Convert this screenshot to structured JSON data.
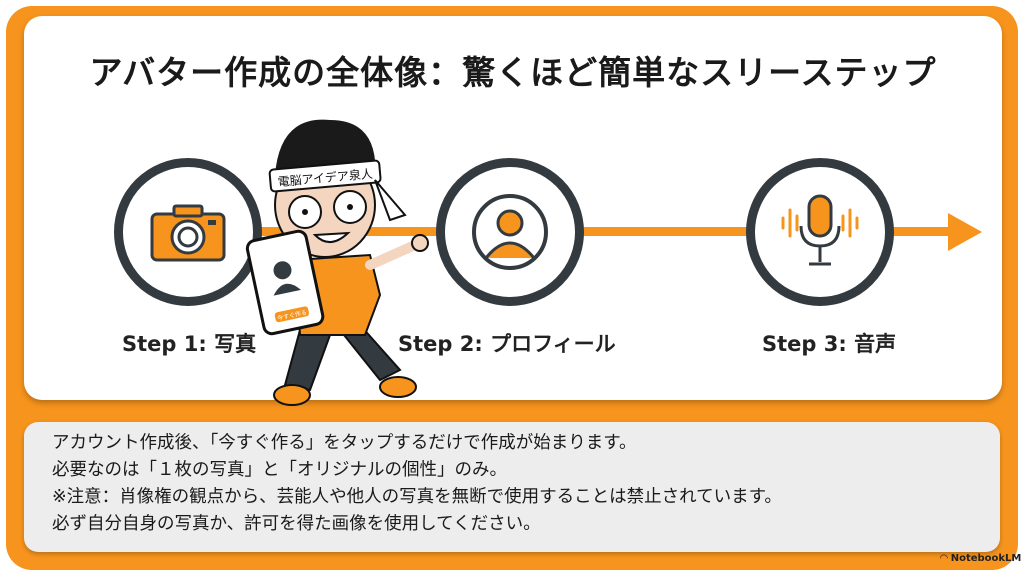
{
  "title": "アバター作成の全体像：驚くほど簡単なスリーステップ",
  "steps": [
    {
      "label": "Step 1: 写真",
      "icon": "camera-icon"
    },
    {
      "label": "Step 2: プロフィール",
      "icon": "user-profile-icon"
    },
    {
      "label": "Step 3: 音声",
      "icon": "microphone-icon"
    }
  ],
  "character": {
    "headband": "電脳アイデア泉人",
    "phone_button": "今すぐ作る"
  },
  "note": {
    "lines": [
      "アカウント作成後、「今すぐ作る」をタップするだけで作成が始まります。",
      "必要なのは「１枚の写真」と「オリジナルの個性」のみ。",
      "※注意：肖像権の観点から、芸能人や他人の写真を無断で使用することは禁止されています。",
      "必ず自分自身の写真か、許可を得た画像を使用してください。"
    ]
  },
  "brand": "NotebookLM",
  "colors": {
    "accent": "#F7941D",
    "dark": "#333a40",
    "note_bg": "#ededed"
  }
}
